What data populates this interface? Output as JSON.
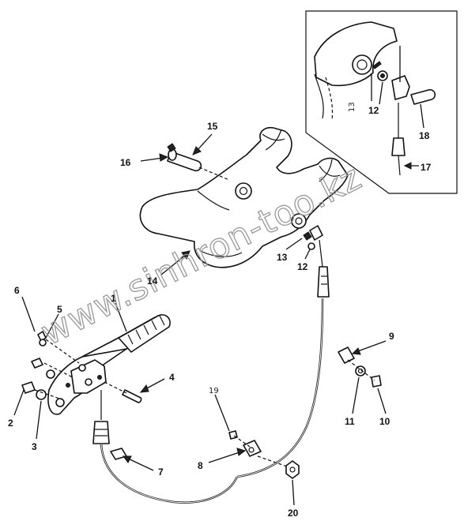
{
  "diagram": {
    "callouts": [
      {
        "id": "c1",
        "text": "1"
      },
      {
        "id": "c2",
        "text": "2"
      },
      {
        "id": "c3",
        "text": "3"
      },
      {
        "id": "c4",
        "text": "4"
      },
      {
        "id": "c5",
        "text": "5"
      },
      {
        "id": "c6",
        "text": "6"
      },
      {
        "id": "c7",
        "text": "7"
      },
      {
        "id": "c8",
        "text": "8"
      },
      {
        "id": "c9",
        "text": "9"
      },
      {
        "id": "c10",
        "text": "10"
      },
      {
        "id": "c11",
        "text": "11"
      },
      {
        "id": "c12a",
        "text": "12"
      },
      {
        "id": "c12b",
        "text": "12"
      },
      {
        "id": "c13a",
        "text": "13"
      },
      {
        "id": "c13b",
        "text": "13"
      },
      {
        "id": "c14",
        "text": "14"
      },
      {
        "id": "c15",
        "text": "15"
      },
      {
        "id": "c16",
        "text": "16"
      },
      {
        "id": "c17",
        "text": "17"
      },
      {
        "id": "c18",
        "text": "18"
      },
      {
        "id": "c19",
        "text": "19"
      },
      {
        "id": "c20",
        "text": "20"
      }
    ],
    "watermark": "www.sinhron-too.kz"
  }
}
